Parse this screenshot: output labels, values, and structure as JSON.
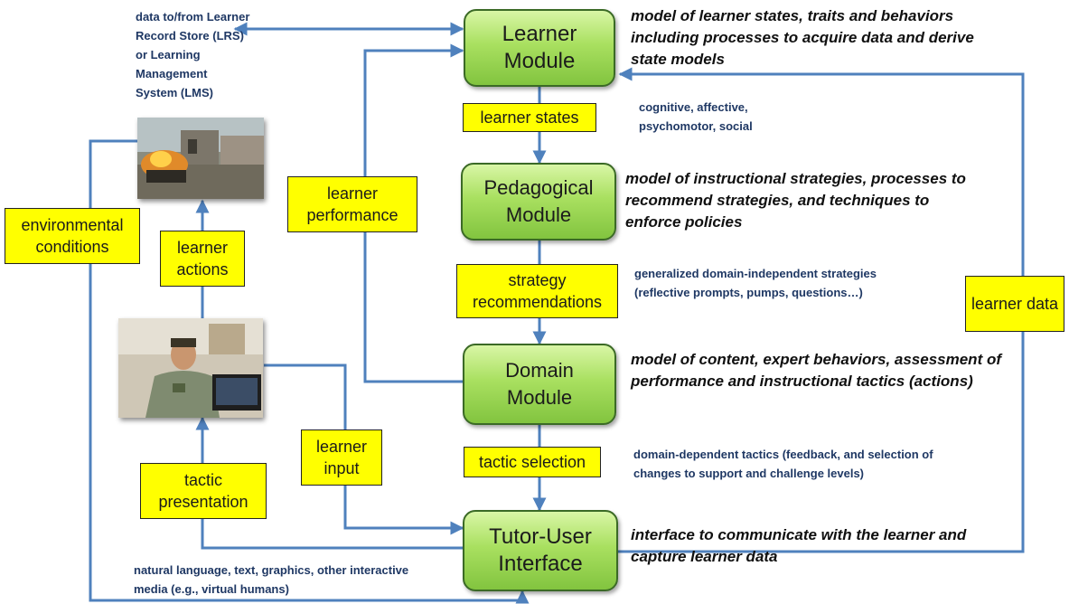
{
  "modules": {
    "learner": "Learner Module",
    "pedagogical": "Pedagogical Module",
    "domain": "Domain Module",
    "tui": "Tutor-User Interface"
  },
  "labels": {
    "learner_states": "learner states",
    "strategy_recommendations": "strategy recommendations",
    "tactic_selection": "tactic selection",
    "learner_performance": "learner performance",
    "environmental_conditions": "environmental conditions",
    "learner_actions": "learner actions",
    "tactic_presentation": "tactic presentation",
    "learner_input": "learner input",
    "learner_data": "learner data"
  },
  "descriptions": {
    "learner": "model of learner states, traits and behaviors including processes to acquire data and derive state models",
    "pedagogical": "model of instructional strategies,  processes to recommend strategies, and techniques to enforce policies",
    "domain": "model of content, expert behaviors, assessment of performance and instructional tactics (actions)",
    "tui": "interface to communicate with the learner and capture learner data"
  },
  "notes": {
    "lrs": "data to/from Learner Record Store (LRS) or Learning Management System (LMS)",
    "states": "cognitive, affective, psychomotor, social",
    "strategies": "generalized domain-independent strategies (reflective prompts, pumps, questions…)",
    "tactics": "domain-dependent tactics (feedback, and selection of changes to support and challenge levels)",
    "media": "natural language, text, graphics, other interactive media (e.g., virtual humans)"
  },
  "colors": {
    "arrow": "#4f81bd",
    "label_fill": "#ffff00",
    "module_fill": "#9bd957",
    "note_text": "#1f3864"
  }
}
